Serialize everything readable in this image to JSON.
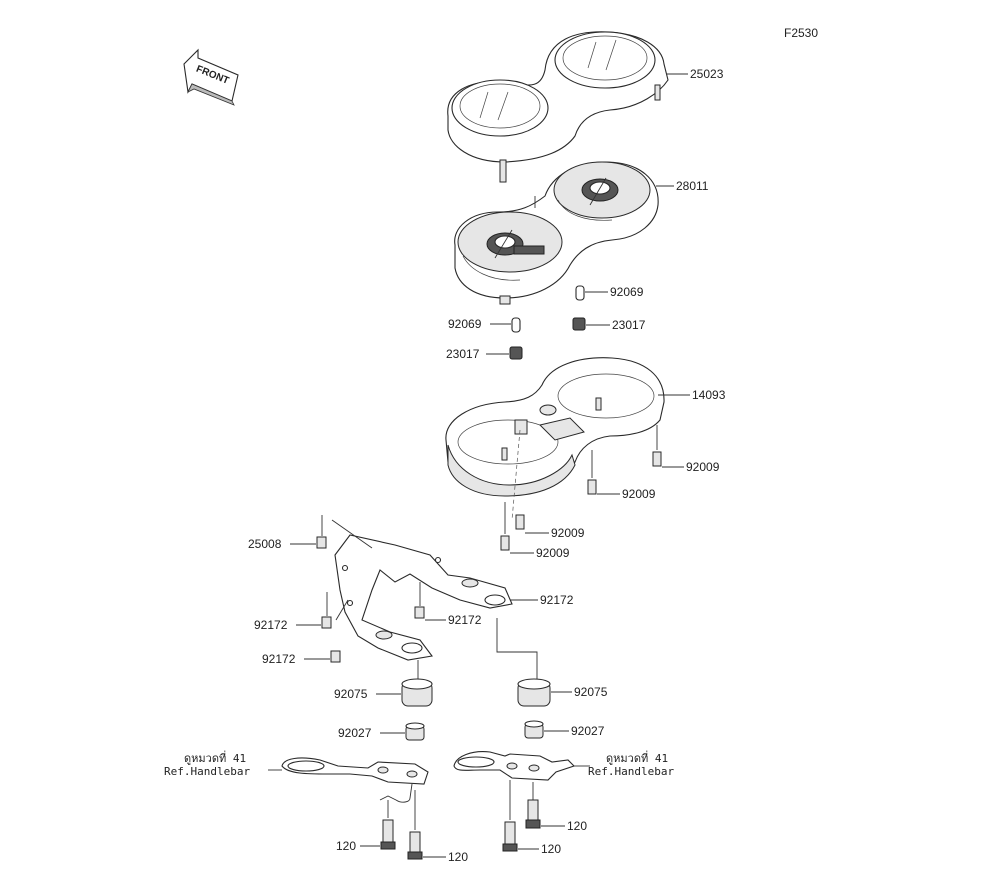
{
  "diagram": {
    "figure_code": "F2530",
    "front_label": "FRONT",
    "parts": [
      {
        "id": "lbl-25023",
        "number": "25023"
      },
      {
        "id": "lbl-28011",
        "number": "28011"
      },
      {
        "id": "lbl-92069-r",
        "number": "92069"
      },
      {
        "id": "lbl-92069-l",
        "number": "92069"
      },
      {
        "id": "lbl-23017-r",
        "number": "23017"
      },
      {
        "id": "lbl-23017-l",
        "number": "23017"
      },
      {
        "id": "lbl-14093",
        "number": "14093"
      },
      {
        "id": "lbl-92009-a",
        "number": "92009"
      },
      {
        "id": "lbl-92009-b",
        "number": "92009"
      },
      {
        "id": "lbl-92009-c",
        "number": "92009"
      },
      {
        "id": "lbl-92009-d",
        "number": "92009"
      },
      {
        "id": "lbl-92172-a",
        "number": "92172"
      },
      {
        "id": "lbl-25008",
        "number": "25008"
      },
      {
        "id": "lbl-92172-b",
        "number": "92172"
      },
      {
        "id": "lbl-92172-c",
        "number": "92172"
      },
      {
        "id": "lbl-92172-d",
        "number": "92172"
      },
      {
        "id": "lbl-92075-l",
        "number": "92075"
      },
      {
        "id": "lbl-92075-r",
        "number": "92075"
      },
      {
        "id": "lbl-92027-l",
        "number": "92027"
      },
      {
        "id": "lbl-92027-r",
        "number": "92027"
      },
      {
        "id": "lbl-120-a",
        "number": "120"
      },
      {
        "id": "lbl-120-b",
        "number": "120"
      },
      {
        "id": "lbl-120-c",
        "number": "120"
      },
      {
        "id": "lbl-120-d",
        "number": "120"
      }
    ],
    "references": [
      {
        "id": "ref-left",
        "thai": "ดูหมวดที่ 41",
        "english": "Ref.Handlebar"
      },
      {
        "id": "ref-right",
        "thai": "ดูหมวดที่ 41",
        "english": "Ref.Handlebar"
      }
    ]
  }
}
